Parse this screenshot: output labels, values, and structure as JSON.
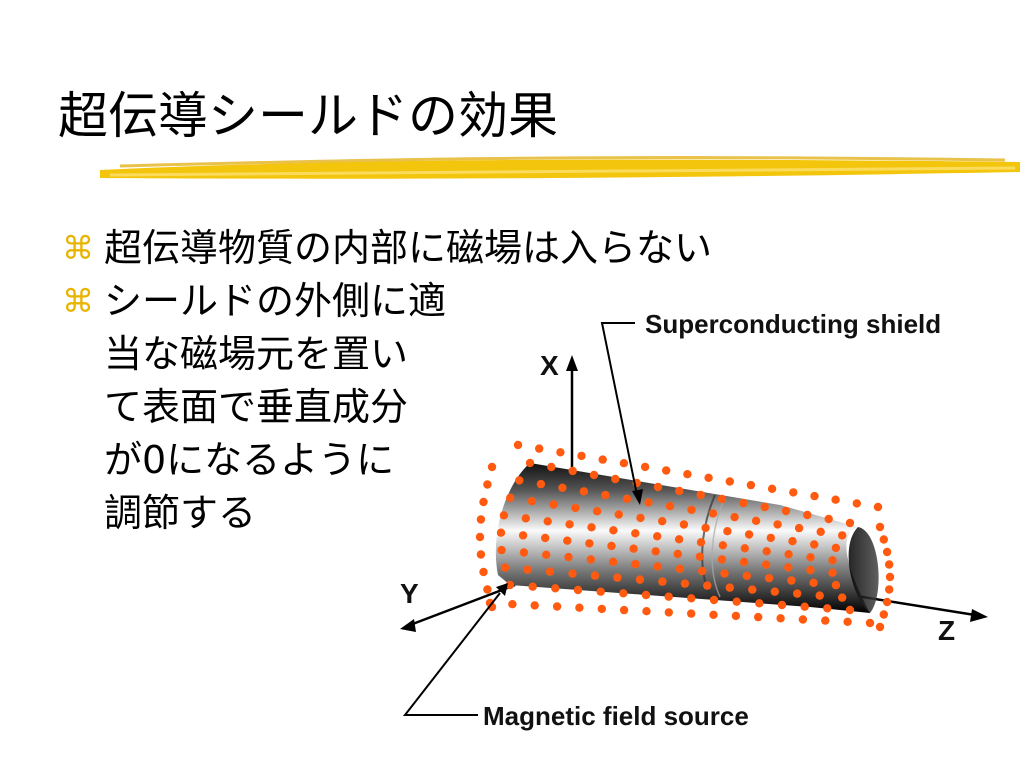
{
  "slide": {
    "title": "超伝導シールドの効果",
    "bullets": [
      {
        "icon": "command-icon",
        "lines": [
          "超伝導物質の内部に磁場は入らない"
        ]
      },
      {
        "icon": "command-icon",
        "lines": [
          "シールドの外側に適",
          "当な磁場元を置い",
          "て表面で垂直成分",
          "が0になるように",
          "調節する"
        ]
      }
    ],
    "bullet_symbol": "⌘"
  },
  "figure": {
    "shield_label": "Superconducting shield",
    "source_label": "Magnetic field source",
    "axis_x": "X",
    "axis_y": "Y",
    "axis_z": "Z"
  },
  "colors": {
    "underline": "#f2c200",
    "bullet": "#e8b400",
    "dots": "#ff5a10",
    "shield_dark": "#000000",
    "shield_light": "#ffffff"
  }
}
